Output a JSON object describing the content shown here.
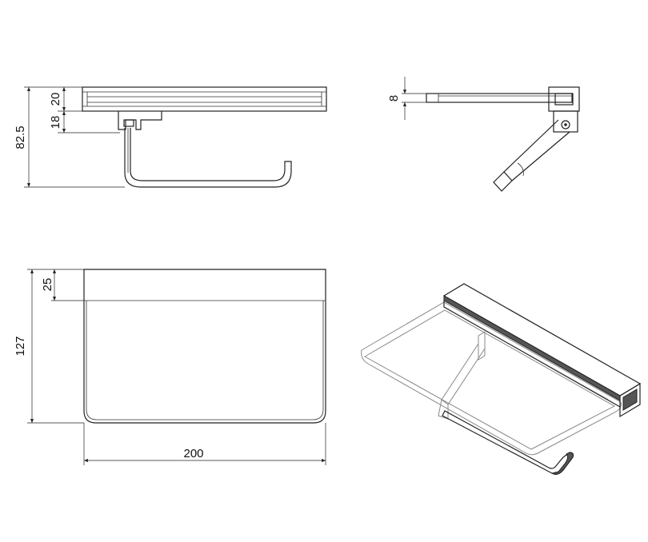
{
  "dimensions": {
    "total_height": "82.5",
    "shelf_thickness": "20",
    "bracket_height": "18",
    "hinge_offset": "8",
    "depth": "127",
    "shelf_edge": "25",
    "width": "200"
  },
  "colors": {
    "line": "#222222",
    "shadow": "#555555",
    "background": "#ffffff"
  }
}
